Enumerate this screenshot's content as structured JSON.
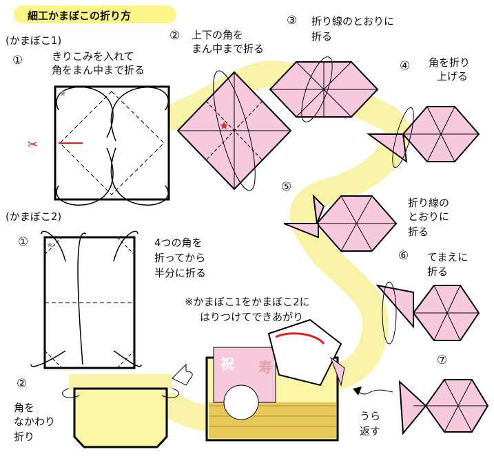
{
  "title": "細工かまぼこの折り方",
  "section1": {
    "heading": "(かまぼこ1)",
    "steps": [
      {
        "num": "①",
        "text": [
          "きりこみを入れて",
          "角をまん中まで折る"
        ]
      },
      {
        "num": "②",
        "text": [
          "上下の角を",
          "まん中まで折る"
        ]
      },
      {
        "num": "③",
        "text": [
          "折り線のとおりに",
          "折る"
        ]
      },
      {
        "num": "④",
        "text": [
          "角を折り",
          "上げる"
        ]
      },
      {
        "num": "⑤",
        "text": [
          "折り線の",
          "とおりに",
          "折る"
        ]
      },
      {
        "num": "⑥",
        "text": [
          "てまえに",
          "折る"
        ]
      },
      {
        "num": "⑦",
        "text": [
          "うら",
          "返す"
        ]
      }
    ]
  },
  "section2": {
    "heading": "(かまぼこ2)",
    "steps": [
      {
        "num": "①",
        "text": [
          "4つの角を",
          "折ってから",
          "半分に折る"
        ]
      },
      {
        "num": "②",
        "text": [
          "角を",
          "なかわり",
          "折り"
        ]
      }
    ]
  },
  "note": [
    "※かまぼこ1をかまぼこ2に",
    "はりつけてできあがり"
  ],
  "kanji": [
    "祝",
    "寿"
  ],
  "colors": {
    "pink": "#f6c9dd",
    "yellow": "#fbf5a6",
    "path": "#f7f2a0",
    "star": "#e02020"
  }
}
